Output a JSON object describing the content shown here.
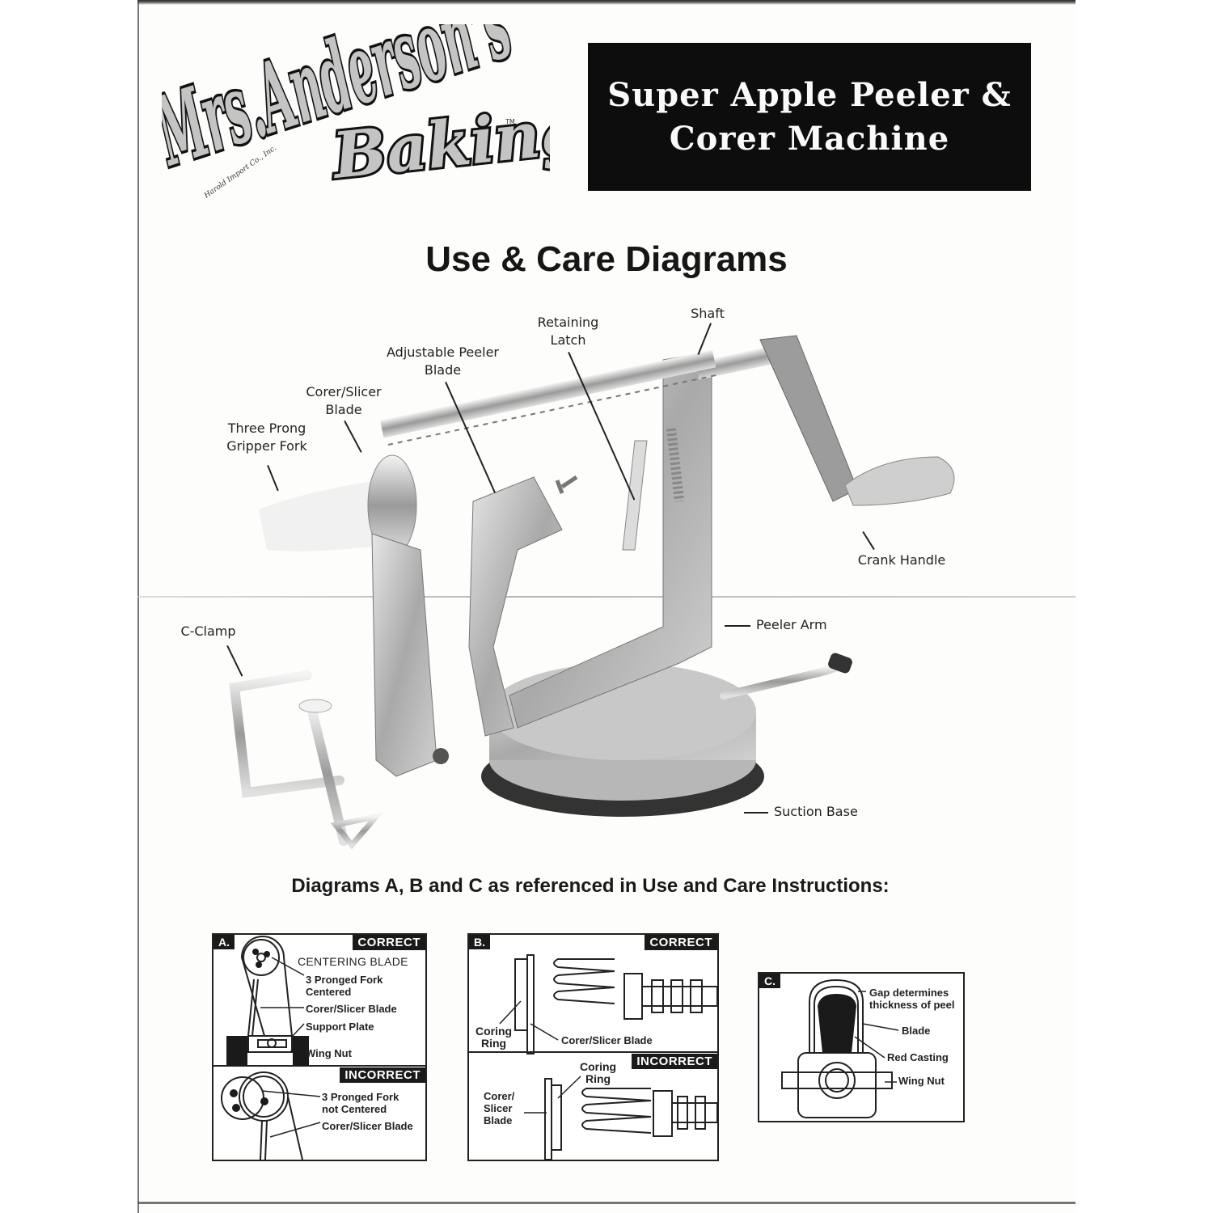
{
  "brand": {
    "logo_line1": "Mrs.Anderson's",
    "logo_line2": "Baking",
    "trademark": "TM",
    "company": "Harold Import Co., Inc."
  },
  "banner": {
    "line1": "Super Apple Peeler &",
    "line2": "Corer Machine"
  },
  "main_title": "Use & Care Diagrams",
  "parts": {
    "three_prong": [
      "Three Prong",
      "Gripper Fork"
    ],
    "corer_slicer": [
      "Corer/Slicer",
      "Blade"
    ],
    "peeler_blade": [
      "Adjustable Peeler",
      "Blade"
    ],
    "retaining_latch": [
      "Retaining",
      "Latch"
    ],
    "shaft": "Shaft",
    "crank_handle": "Crank Handle",
    "peeler_arm": "Peeler Arm",
    "c_clamp": "C-Clamp",
    "suction_base": "Suction Base"
  },
  "diagrams_heading": "Diagrams A, B and C as referenced in Use and Care Instructions:",
  "diagram_a": {
    "tag": "A.",
    "correct": "CORRECT",
    "heading": "CENTERING BLADE",
    "fork_centered": [
      "3 Pronged Fork",
      "Centered"
    ],
    "corer_blade": "Corer/Slicer Blade",
    "support_plate": "Support Plate",
    "wing_nut": "Wing Nut",
    "incorrect": "INCORRECT",
    "fork_not_centered": [
      "3 Pronged Fork",
      "not Centered"
    ],
    "corer_blade_2": "Corer/Slicer Blade"
  },
  "diagram_b": {
    "tag": "B.",
    "correct": "CORRECT",
    "coring_ring": [
      "Coring",
      "Ring"
    ],
    "corer_blade": "Corer/Slicer Blade",
    "incorrect": "INCORRECT",
    "coring_ring_2": [
      "Coring",
      "Ring"
    ],
    "corer_blade_2": [
      "Corer/",
      "Slicer",
      "Blade"
    ]
  },
  "diagram_c": {
    "tag": "C.",
    "gap": [
      "Gap determines",
      "thickness of peel"
    ],
    "blade": "Blade",
    "red_casting": "Red Casting",
    "wing_nut": "Wing Nut"
  }
}
